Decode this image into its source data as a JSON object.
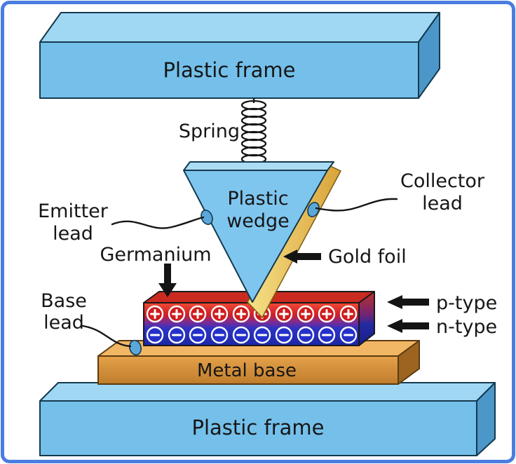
{
  "frame_top": {
    "label": "Plastic frame"
  },
  "spring": {
    "label": "Spring"
  },
  "wedge": {
    "line1": "Plastic",
    "line2": "wedge"
  },
  "emitter": {
    "line1": "Emitter",
    "line2": "lead"
  },
  "collector": {
    "line1": "Collector",
    "line2": "lead"
  },
  "germanium": {
    "label": "Germanium"
  },
  "gold_foil": {
    "label": "Gold foil"
  },
  "base_lead": {
    "line1": "Base",
    "line2": "lead"
  },
  "p_type": {
    "label": "p-type"
  },
  "n_type": {
    "label": "n-type"
  },
  "metal_base": {
    "label": "Metal base"
  },
  "frame_bottom": {
    "label": "Plastic frame"
  },
  "colors": {
    "border_blue": "#4a7de0",
    "frame_blue": "#74c0ea",
    "gold_foil": "#e8bc4e",
    "p_type_red": "#cf1d1d",
    "n_type_blue": "#2431c9",
    "metal_orange": "#d89440",
    "outline": "#14394f"
  }
}
